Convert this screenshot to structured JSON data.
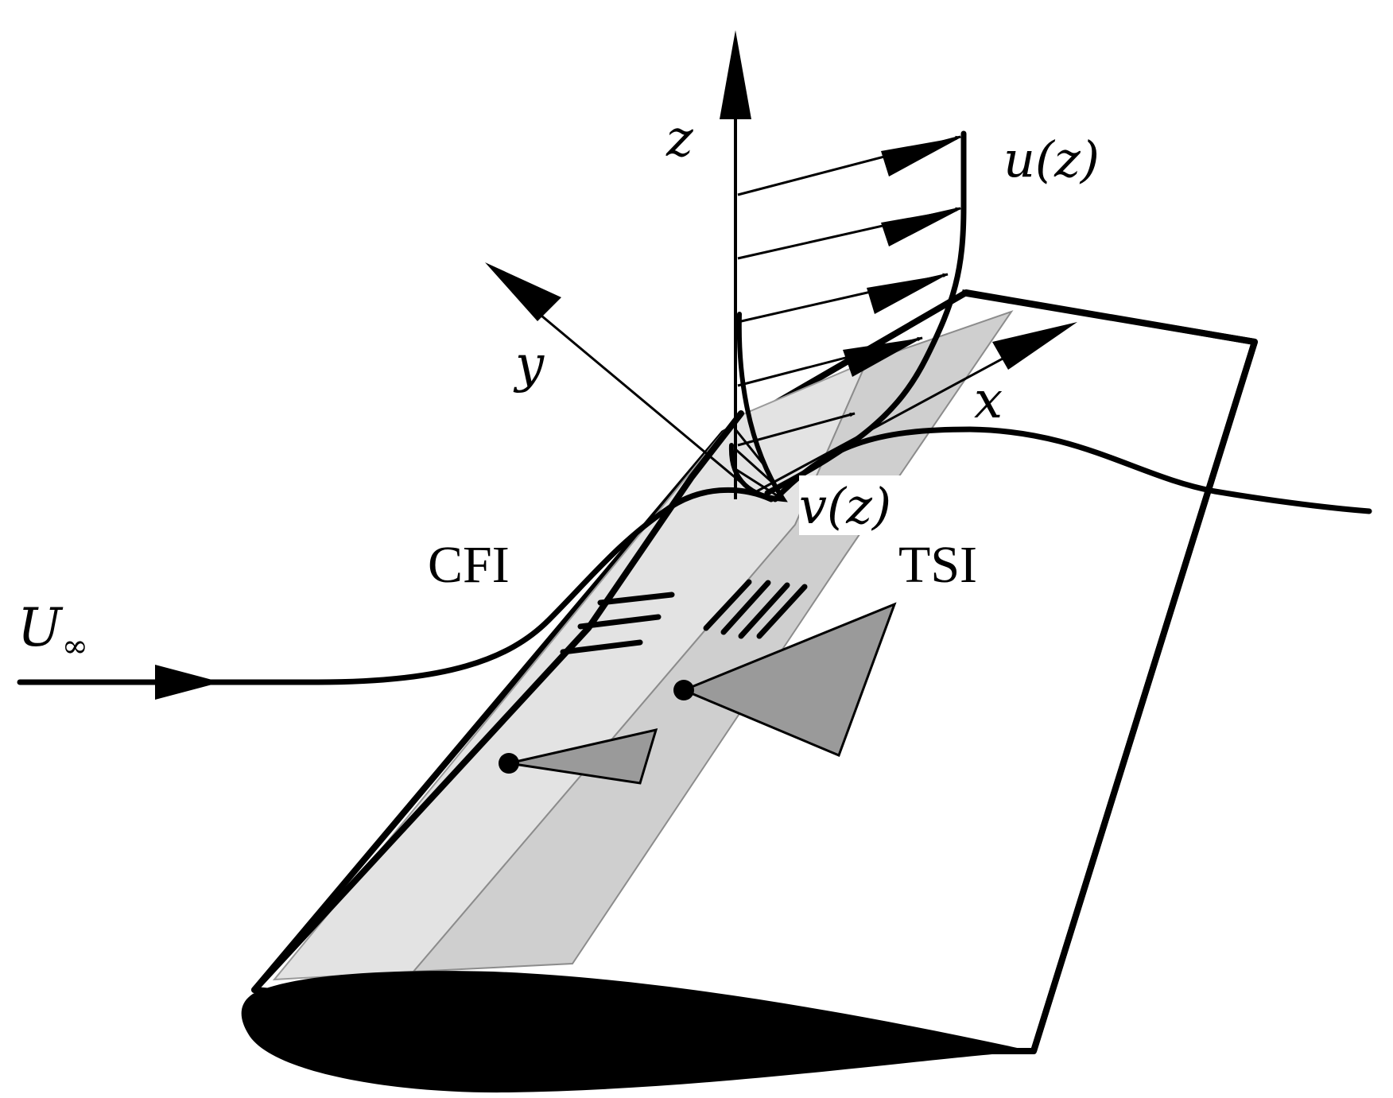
{
  "labels": {
    "z_axis": "z",
    "y_axis": "y",
    "x_axis": "x",
    "u_profile": "u(z)",
    "v_profile": "v(z)",
    "freestream_u": "U",
    "freestream_sub": "∞",
    "cfi": "CFI",
    "tsi": "TSI"
  },
  "colors": {
    "stroke": "#000000",
    "band_light": "#e2e2e2",
    "band_mid": "#cfcfcf",
    "wedge": "#9a9a9a",
    "airfoil": "#000000",
    "background": "#ffffff"
  }
}
